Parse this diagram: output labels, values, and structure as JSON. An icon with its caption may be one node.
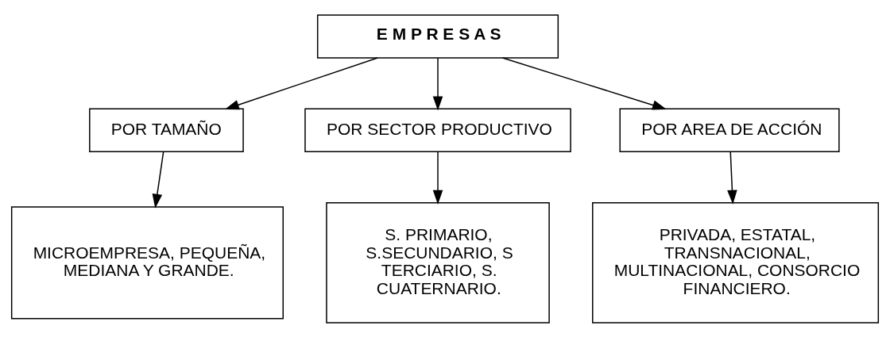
{
  "diagram": {
    "nodes": [
      {
        "text": [
          "E M P R E S A S"
        ]
      },
      {
        "text": [
          "POR TAMAÑO"
        ]
      },
      {
        "text": [
          "POR SECTOR PRODUCTIVO"
        ]
      },
      {
        "text": [
          "POR AREA DE ACCIÓN"
        ]
      },
      {
        "text": [
          "MICROEMPRESA, PEQUEÑA, MEDIANA Y GRANDE."
        ]
      },
      {
        "text": [
          "S. PRIMARIO, S.SECUNDARIO, S TERCIARIO, S. CUATERNARIO."
        ]
      },
      {
        "text": [
          "PRIVADA, ESTATAL, TRANSNACIONAL, MULTINACIONAL, CONSORCIO FINANCIERO."
        ]
      }
    ],
    "edges": [
      {
        "from": 0,
        "to": 1,
        "arrow": "to"
      },
      {
        "from": 0,
        "to": 2,
        "arrow": "to"
      },
      {
        "from": 0,
        "to": 3,
        "arrow": "to"
      },
      {
        "from": 1,
        "to": 4,
        "arrow": "to"
      },
      {
        "from": 2,
        "to": 5,
        "arrow": "to"
      },
      {
        "from": 3,
        "to": 6,
        "arrow": "to"
      }
    ]
  }
}
